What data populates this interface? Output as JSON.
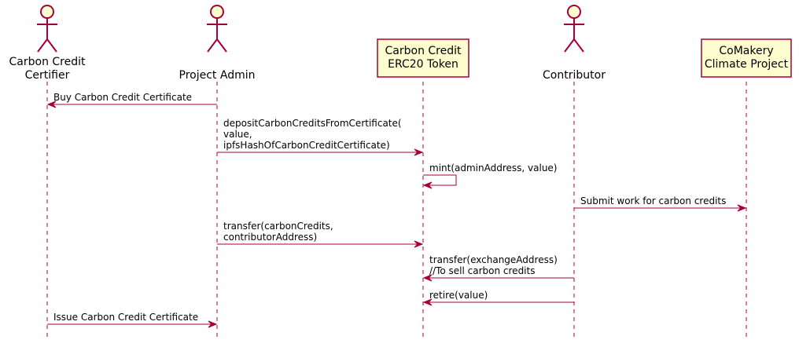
{
  "participants": {
    "certifier": {
      "kind": "actor",
      "lines": [
        "Carbon Credit",
        "Certifier"
      ]
    },
    "admin": {
      "kind": "actor",
      "lines": [
        "Project Admin"
      ]
    },
    "token": {
      "kind": "box",
      "lines": [
        "Carbon Credit",
        "ERC20 Token"
      ]
    },
    "contributor": {
      "kind": "actor",
      "lines": [
        "Contributor"
      ]
    },
    "project": {
      "kind": "box",
      "lines": [
        "CoMakery",
        "Climate Project"
      ]
    }
  },
  "messages": [
    {
      "from": "admin",
      "to": "certifier",
      "lines": [
        "Buy Carbon Credit Certificate"
      ]
    },
    {
      "from": "admin",
      "to": "token",
      "lines": [
        "depositCarbonCreditsFromCertificate(",
        "value,",
        "ipfsHashOfCarbonCreditCertificate)"
      ]
    },
    {
      "from": "token",
      "to": "token",
      "lines": [
        "mint(adminAddress, value)"
      ]
    },
    {
      "from": "contributor",
      "to": "project",
      "lines": [
        "Submit work for carbon credits"
      ]
    },
    {
      "from": "admin",
      "to": "token",
      "lines": [
        "transfer(carbonCredits,",
        "contributorAddress)"
      ]
    },
    {
      "from": "contributor",
      "to": "token",
      "lines": [
        "transfer(exchangeAddress)",
        "//To sell carbon credits"
      ]
    },
    {
      "from": "contributor",
      "to": "token",
      "lines": [
        "retire(value)"
      ]
    },
    {
      "from": "certifier",
      "to": "admin",
      "lines": [
        "Issue Carbon Credit Certificate"
      ]
    }
  ],
  "colors": {
    "line": "#a80036",
    "fill": "#fefece",
    "text": "#000000"
  }
}
